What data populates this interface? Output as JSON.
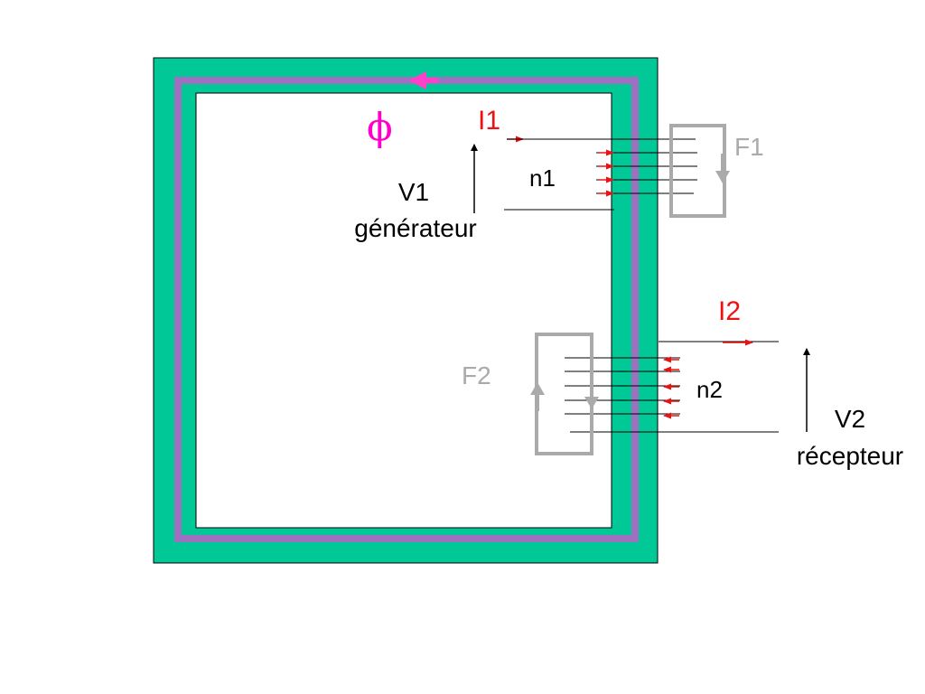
{
  "diagram": {
    "flux_symbol": "ϕ",
    "primary": {
      "current_label": "I1",
      "turns_label": "n1",
      "voltage_label": "V1",
      "role_label": "générateur",
      "force_label": "F1"
    },
    "secondary": {
      "current_label": "I2",
      "turns_label": "n2",
      "voltage_label": "V2",
      "role_label": "récepteur",
      "force_label": "F2"
    }
  },
  "colors": {
    "core": "#00c896",
    "flux_path": "#a070c0",
    "flux_arrow": "#ff40c8",
    "flux_symbol": "#ff00cc",
    "current": "#ee1111",
    "force": "#aaaaaa",
    "wire": "#000000"
  }
}
